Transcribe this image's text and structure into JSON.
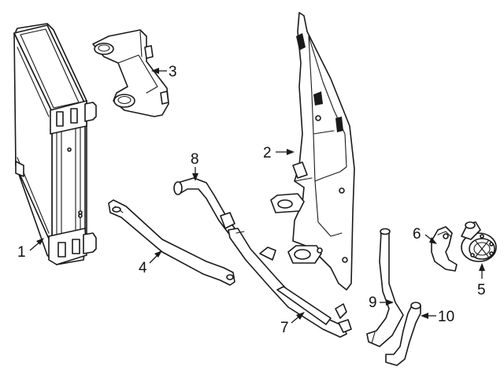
{
  "colors": {
    "line": "#1a1a1a",
    "background": "#ffffff"
  },
  "callouts": {
    "c1": "1",
    "c2": "2",
    "c3": "3",
    "c4": "4",
    "c5": "5",
    "c6": "6",
    "c7": "7",
    "c8": "8",
    "c9": "9",
    "c10": "10"
  }
}
